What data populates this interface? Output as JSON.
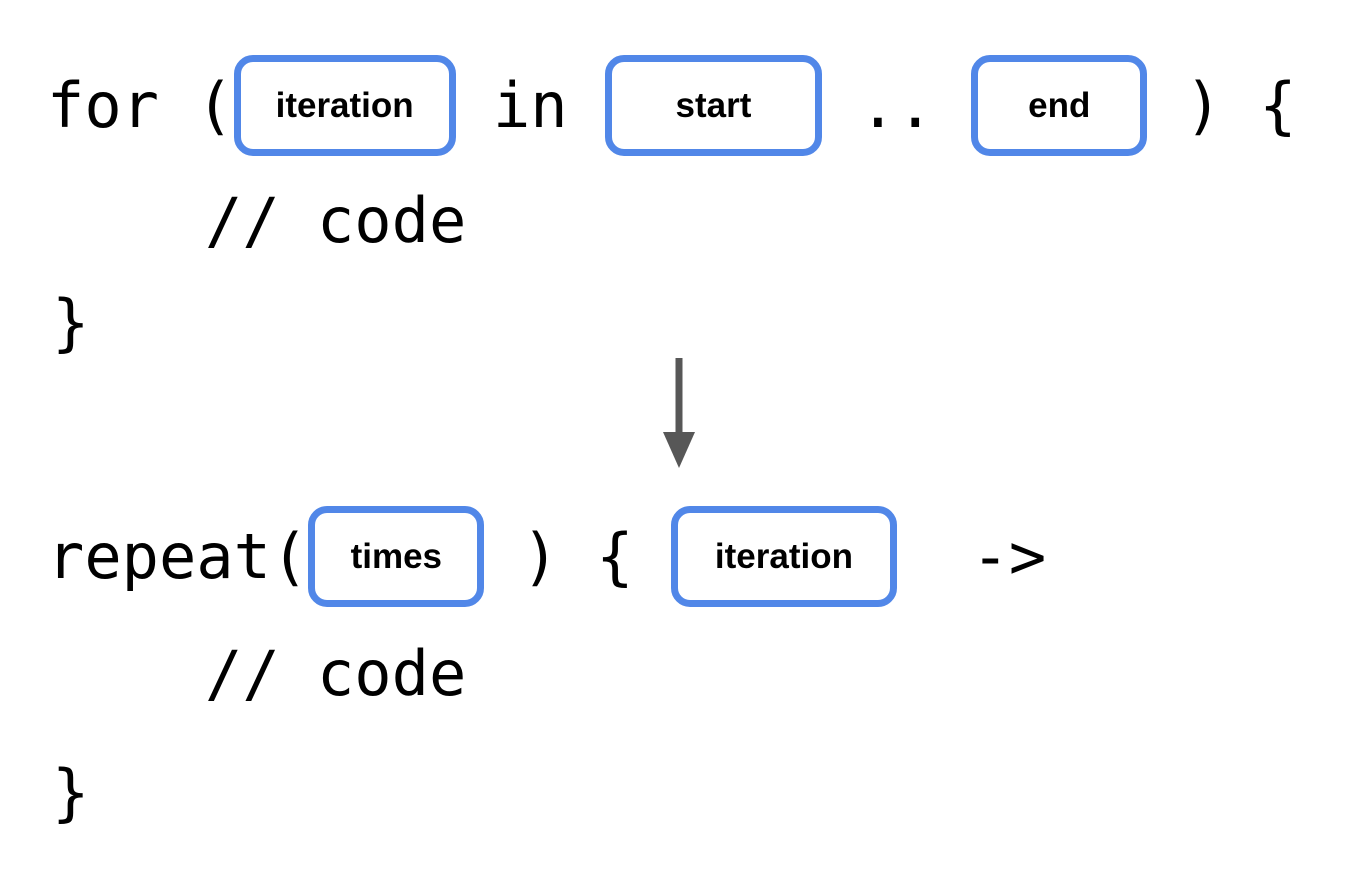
{
  "diagram": {
    "title": "for-loop to repeat transformation",
    "background_color": "#ffffff",
    "code_color": "#000000",
    "slot_border_color": "#5187E8",
    "arrow_color": "#575757"
  },
  "before": {
    "line1": {
      "seg_keyword": "for (",
      "slot_iteration": "iteration",
      "seg_in": " in ",
      "slot_start": "start",
      "seg_range": " .. ",
      "slot_end": "end",
      "seg_tail": " ) {"
    },
    "line2_comment": "// code",
    "line3_close": "}"
  },
  "after": {
    "line1": {
      "seg_keyword": "repeat(",
      "slot_times": "times",
      "seg_mid": " ) { ",
      "slot_iteration": "iteration",
      "seg_tail": "  ->"
    },
    "line2_comment": "// code",
    "line3_close": "}"
  },
  "arrow": {
    "icon": "arrow-down-icon",
    "direction": "down",
    "color": "#575757"
  }
}
